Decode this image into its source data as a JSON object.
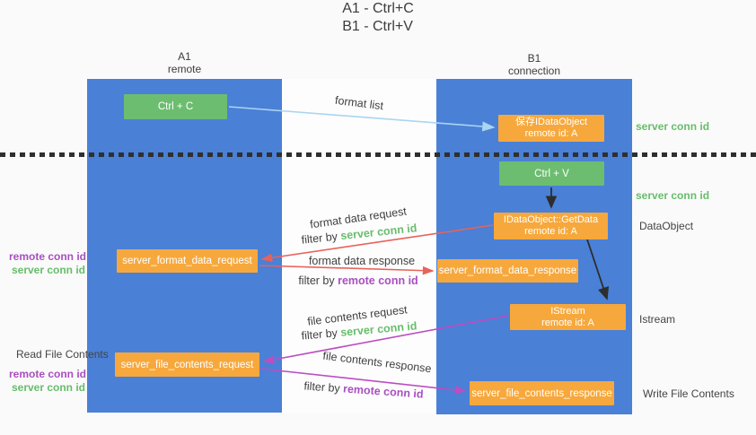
{
  "title": {
    "line1": "A1 - Ctrl+C",
    "line2": "B1 - Ctrl+V"
  },
  "columns": {
    "left": {
      "name": "A1",
      "role": "remote"
    },
    "right": {
      "name": "B1",
      "role": "connection"
    }
  },
  "nodes": {
    "ctrl_c": "Ctrl + C",
    "ctrl_v": "Ctrl + V",
    "save_idataobject": {
      "line1": "保存IDataObject",
      "line2": "remote id: A"
    },
    "getdata": {
      "line1": "IDataObject::GetData",
      "line2": "remote id: A"
    },
    "istream": {
      "line1": "IStream",
      "line2": "remote id: A"
    },
    "format_request": "server_format_data_request",
    "format_response": "server_format_data_response",
    "file_request": "server_file_contents_request",
    "file_response": "server_file_contents_response"
  },
  "side_labels": {
    "server_conn_id_top": "server conn id",
    "server_conn_id_mid": "server conn id",
    "dataobject": "DataObject",
    "istream": "Istream",
    "write_file_contents": "Write File Contents",
    "read_file_contents": "Read File Contents",
    "left_remote_conn_id_1": "remote conn id",
    "left_server_conn_id_1": "server conn id",
    "left_remote_conn_id_2": "remote conn id",
    "left_server_conn_id_2": "server conn id"
  },
  "edge_labels": {
    "format_list": "format list",
    "format_data_request": "format data request",
    "format_data_response": "format data response",
    "file_contents_request": "file contents request",
    "file_contents_response": "file contents response",
    "filter_by_prefix_1": "filter by ",
    "filter_by_value_1": "server conn id",
    "filter_by_prefix_2": "filter by ",
    "filter_by_value_2": "remote conn id",
    "filter_by_prefix_3": "filter by ",
    "filter_by_value_3": "server conn id",
    "filter_by_prefix_4": "filter by ",
    "filter_by_value_4": "remote conn id"
  },
  "colors": {
    "lifeline_blue": "#4a80d6",
    "box_green": "#6cbd70",
    "box_orange": "#f7a83c",
    "arrow_light_blue": "#a9d5f2",
    "arrow_red": "#e8625a",
    "arrow_magenta": "#bb4ec1",
    "arrow_black": "#2d2d2d",
    "text_green": "#67bd6b",
    "text_purple": "#a94fc0",
    "background": "#fafafa"
  }
}
